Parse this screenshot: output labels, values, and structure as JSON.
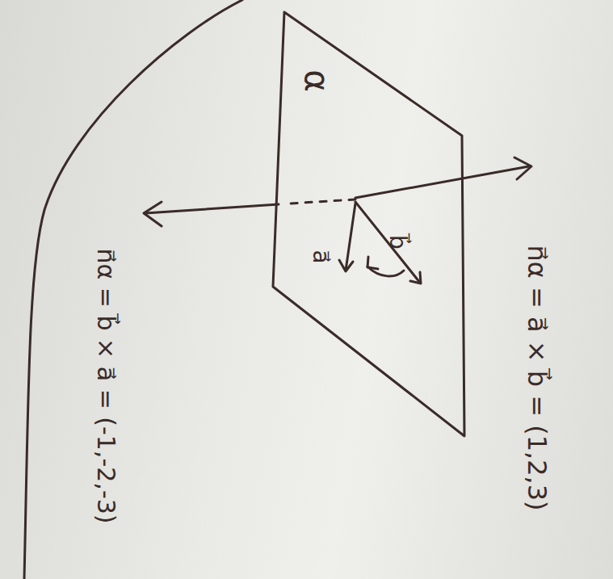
{
  "diagram": {
    "labels": [
      "α",
      "n⃗α = a⃗ × b⃗ = (1,2,3)",
      "b⃗",
      "a⃗",
      "n⃗α = b⃗ × a⃗ = (-1,-2,-3)"
    ]
  }
}
